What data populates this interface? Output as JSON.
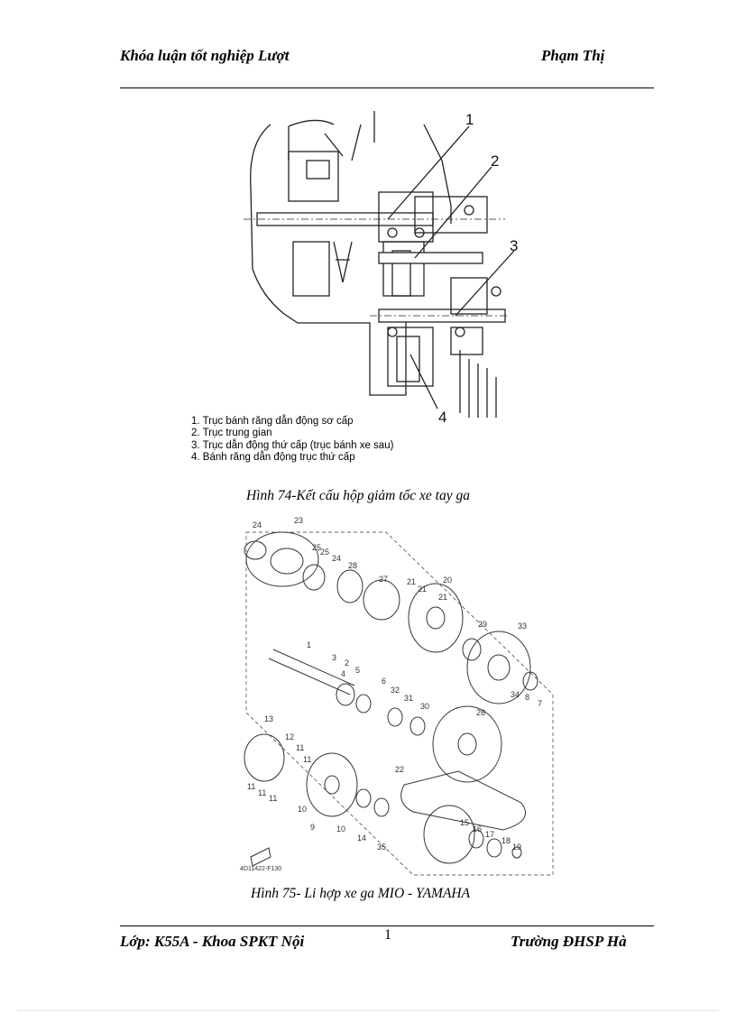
{
  "header": {
    "left": "Khóa luận tốt nghiệp Lượt",
    "right": "Phạm Thị"
  },
  "figure74": {
    "callouts": [
      "1",
      "2",
      "3",
      "4"
    ],
    "legend": [
      "1.  Trục bánh răng dẫn động sơ cấp",
      "2.  Trục trung gian",
      "3.  Trục dẫn động thứ cấp (trục bánh xe sau)",
      "4.  Bánh răng dẫn động trục thứ cấp"
    ],
    "caption": "Hình 74-Kết cấu hộp giảm tốc xe tay ga"
  },
  "figure75": {
    "part_labels": [
      "24",
      "23",
      "25",
      "25",
      "24",
      "28",
      "27",
      "21",
      "21",
      "21",
      "20",
      "29",
      "33",
      "1",
      "3",
      "2",
      "5",
      "4",
      "6",
      "32",
      "31",
      "30",
      "26",
      "34",
      "8",
      "7",
      "13",
      "12",
      "11",
      "11",
      "11",
      "11",
      "11",
      "10",
      "9",
      "10",
      "14",
      "22",
      "15",
      "16",
      "17",
      "18",
      "19",
      "35"
    ],
    "code": "4D11422-F130",
    "caption": "Hình 75- Li hợp xe ga MIO - YAMAHA"
  },
  "footer": {
    "left": "Lớp: K55A - Khoa SPKT Nội",
    "page_number": "1",
    "right": "Trường ĐHSP Hà"
  }
}
